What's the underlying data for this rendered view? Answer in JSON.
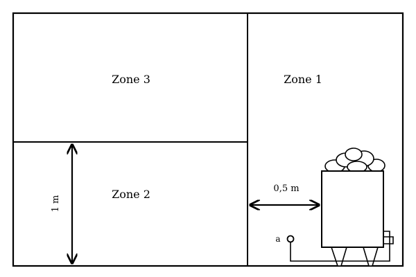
{
  "zones": {
    "zone1": "Zone 1",
    "zone2": "Zone 2",
    "zone3": "Zone 3"
  },
  "dimensions": {
    "height": "1 m",
    "distance": "0,5 m"
  },
  "sensor_label": "a",
  "icons": [
    "sauna-heater-icon",
    "stones-icon",
    "sensor-icon",
    "arrow-icon"
  ],
  "colors": {
    "line": "#000000",
    "background": "#ffffff",
    "stone": "#ffffff"
  }
}
